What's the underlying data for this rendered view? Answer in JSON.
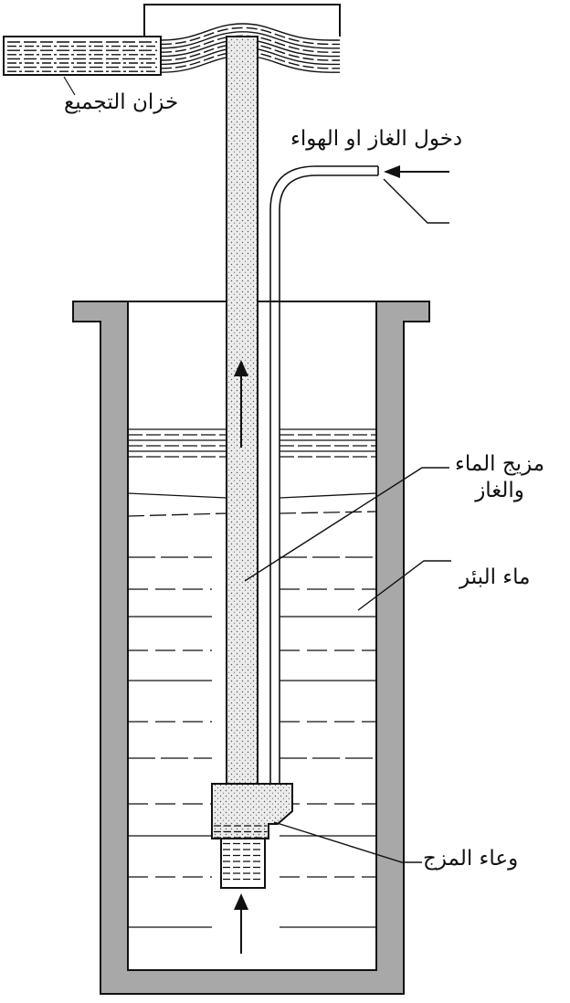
{
  "labels": {
    "collection_tank": "خزان التجميع",
    "gas_air_inlet": "دخول الغاز او الهواء",
    "water_gas_mixture_line1": "مزيج الماء",
    "water_gas_mixture_line2": "والغاز",
    "well_water": "ماء البئر",
    "mixing_vessel": "وعاء المزج"
  },
  "colors": {
    "ink": "#111111",
    "casing": "#a8a8a8",
    "mixture": "#e4e4e4",
    "background": "#ffffff"
  }
}
